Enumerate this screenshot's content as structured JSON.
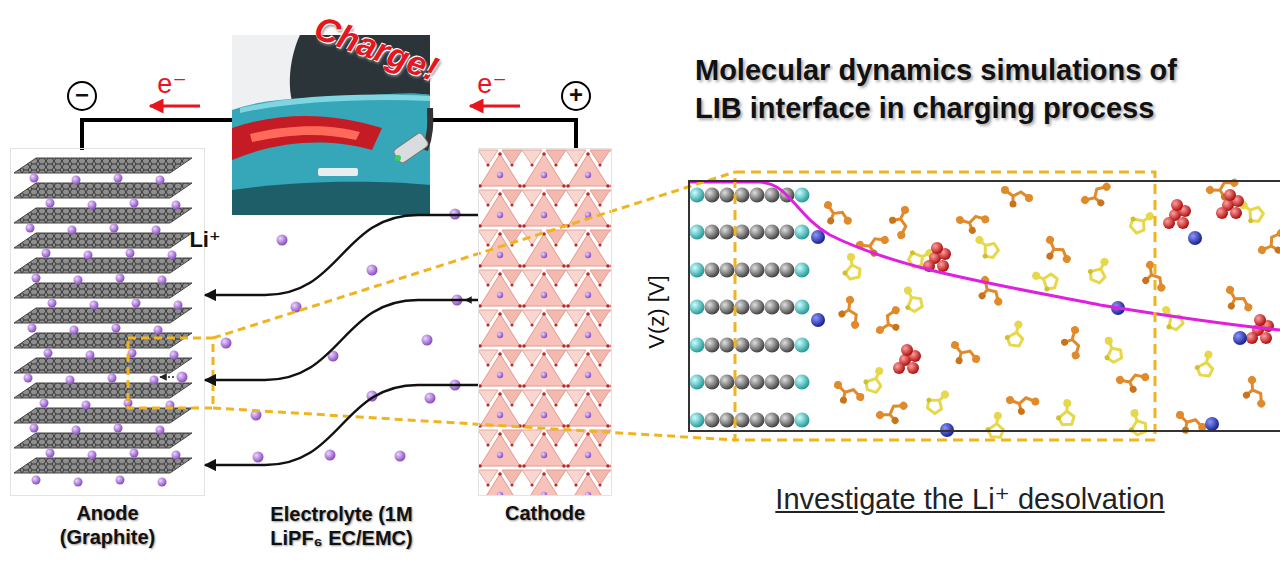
{
  "diagram": {
    "title": "Molecular dynamics simulations of LIB interface in charging process",
    "caption": "Investigate the Li⁺ desolvation",
    "nodes": [
      {
        "text": [
          "Charge!"
        ]
      },
      {
        "text": [
          "Anode (Graphite)"
        ]
      },
      {
        "text": [
          "Electrolyte (1M LiPF₆ EC/EMC)"
        ]
      },
      {
        "text": [
          "Cathode"
        ]
      },
      {
        "text": [
          "V(z) [V]"
        ]
      }
    ],
    "edges": [
      {
        "from": 3,
        "to": 1,
        "arrow": "to"
      },
      {
        "from": 3,
        "to": 1,
        "arrow": "to"
      },
      {
        "from": 3,
        "to": 1,
        "arrow": "to"
      }
    ],
    "labels": [
      "−",
      "e⁻",
      "e⁻",
      "+",
      "Li⁺"
    ]
  }
}
